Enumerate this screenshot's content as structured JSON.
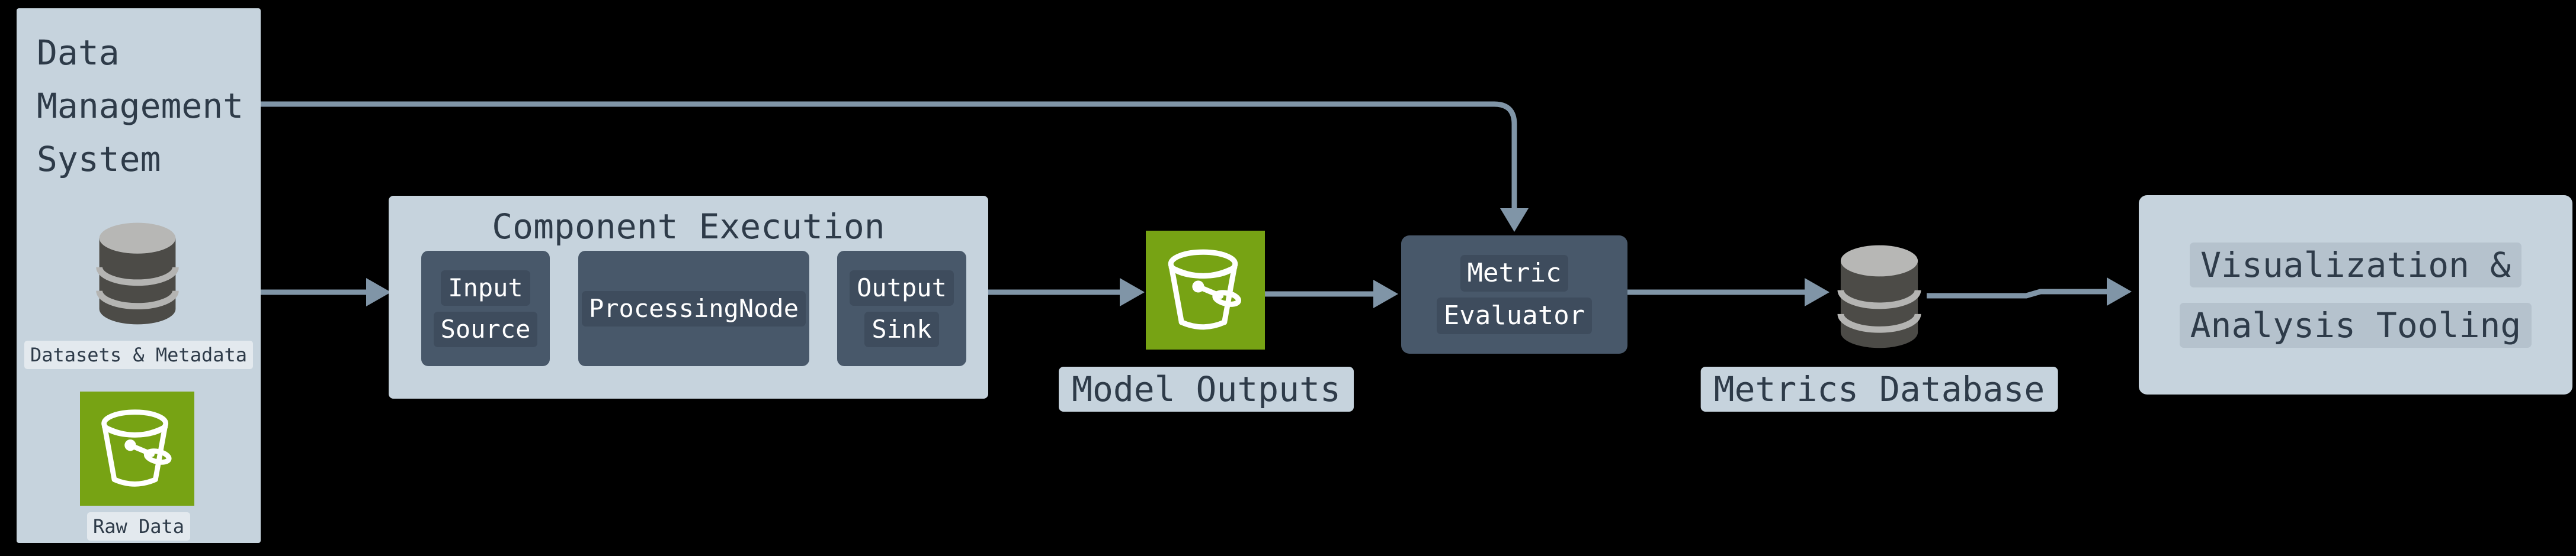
{
  "colors": {
    "background": "#000000",
    "container_fill": "#c6d3dd",
    "dark_node_fill": "#48586a",
    "dark_node_label_fill": "#3e4c5d",
    "text_dark": "#2e3b49",
    "text_light": "#ffffff",
    "arrow": "#8095a7",
    "bucket_green": "#77a314",
    "db_body_gray": "#4c4b47",
    "db_light_gray": "#b4b4b2"
  },
  "data_management": {
    "title_lines": [
      "Data",
      "Management",
      "System"
    ],
    "datasets_icon": "database-cylinder-icon",
    "datasets_label": "Datasets & Metadata",
    "raw_data_icon": "s3-bucket-icon",
    "raw_data_label": "Raw Data"
  },
  "component_execution": {
    "title": "Component Execution",
    "nodes": [
      {
        "lines": [
          "Input",
          "Source"
        ]
      },
      {
        "lines": [
          "ProcessingNode"
        ]
      },
      {
        "lines": [
          "Output",
          "Sink"
        ]
      }
    ]
  },
  "model_outputs": {
    "icon": "s3-bucket-icon",
    "label": "Model Outputs"
  },
  "metric_evaluator": {
    "lines": [
      "Metric",
      "Evaluator"
    ]
  },
  "metrics_database": {
    "icon": "database-cylinder-icon",
    "label": "Metrics Database"
  },
  "visualization": {
    "lines": [
      "Visualization &",
      "Analysis Tooling"
    ]
  }
}
